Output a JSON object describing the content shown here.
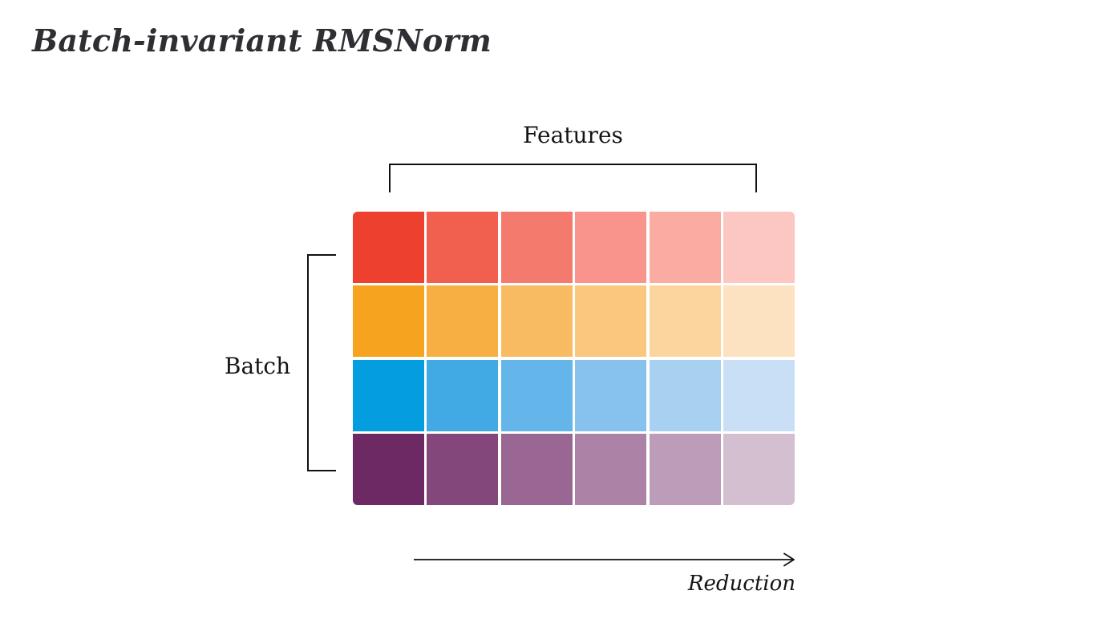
{
  "title": "Batch-invariant RMSNorm",
  "labels": {
    "features": "Features",
    "batch": "Batch",
    "reduction": "Reduction"
  },
  "colors": {
    "background": "#ffffff",
    "ink": "#111111",
    "title_ink": "#2e2e33",
    "cell_gap": "#ffffff"
  },
  "grid": {
    "rows": 4,
    "cols": 6,
    "description": "4 batch rows x 6 feature columns, each row fades left-to-right along the reduction direction",
    "row_base_colors": [
      "#EE402F",
      "#F6A320",
      "#049EE0",
      "#6C2963"
    ],
    "cell_colors": [
      [
        "#EE402F",
        "#F1604E",
        "#F47A6D",
        "#F8948C",
        "#FAACA3",
        "#FCC7C2"
      ],
      [
        "#F6A320",
        "#F7AF44",
        "#F8BB61",
        "#FAC77F",
        "#FBD49E",
        "#FCE2C1"
      ],
      [
        "#049EE0",
        "#41A9E4",
        "#64B5E9",
        "#86C2ED",
        "#A7D0F1",
        "#C8DFF5"
      ],
      [
        "#6C2963",
        "#84477B",
        "#9A6694",
        "#AC82A6",
        "#BD9CBA",
        "#D4BFD1"
      ]
    ]
  },
  "icons": {
    "reduction_arrow": "right-arrow-icon"
  }
}
